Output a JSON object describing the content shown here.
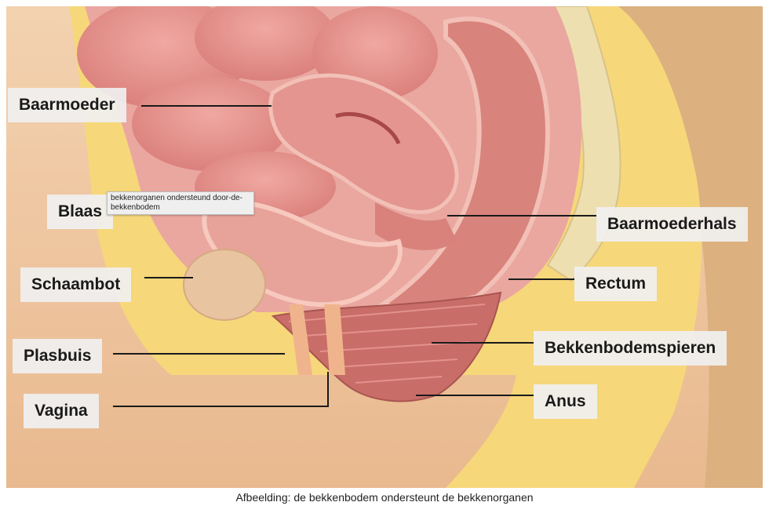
{
  "figure": {
    "labels": {
      "baarmoeder": "Baarmoeder",
      "blaas": "Blaas",
      "schaambot": "Schaambot",
      "plasbuis": "Plasbuis",
      "vagina": "Vagina",
      "baarmoederhals": "Baarmoederhals",
      "rectum": "Rectum",
      "bekkenbodemspieren": "Bekkenbodemspieren",
      "anus": "Anus"
    },
    "tooltip": "bekkenorganen ondersteund door-de-bekkenbodem"
  },
  "caption": "Afbeelding: de bekkenbodem ondersteunt de bekkenorganen",
  "colors": {
    "skin": "#efc6a0",
    "fat": "#f6d77a",
    "organ": "#e08a86",
    "organ_dark": "#c96a6a",
    "muscle": "#c9706a",
    "bone": "#eedfb0",
    "label_bg": "#f0f0f0"
  }
}
